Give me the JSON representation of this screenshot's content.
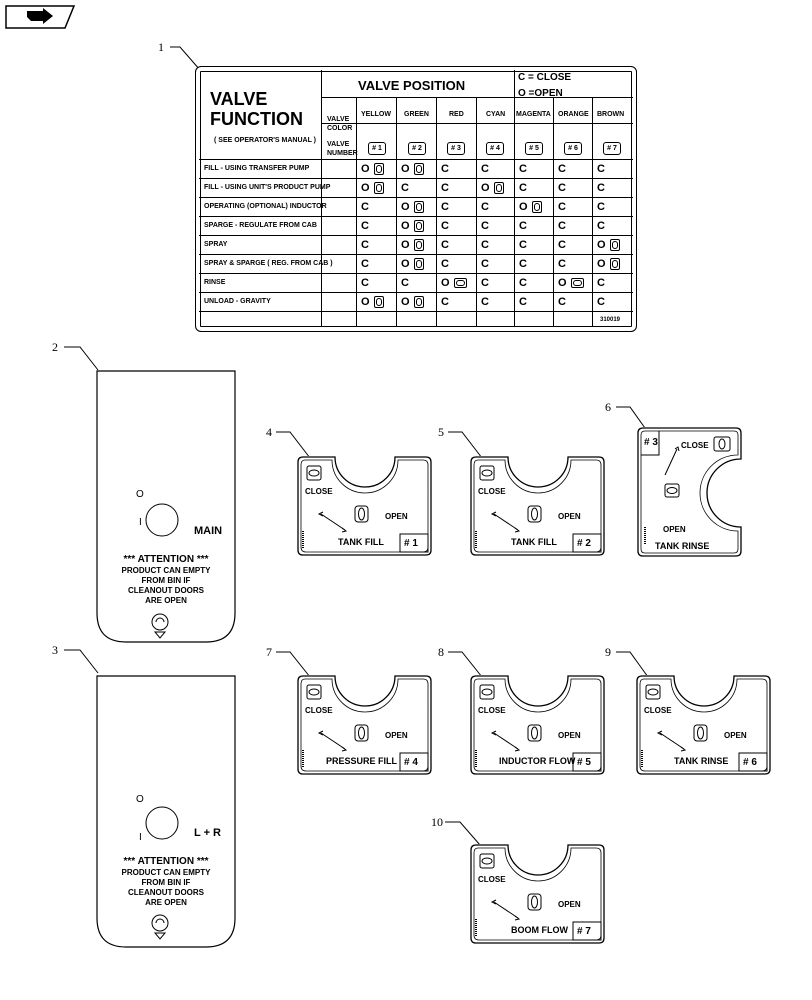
{
  "nav": {
    "icon": "arrow-hand-icon"
  },
  "callouts": [
    "1",
    "2",
    "3",
    "4",
    "5",
    "6",
    "7",
    "8",
    "9",
    "10"
  ],
  "chart": {
    "title_line1": "VALVE",
    "title_line2": "FUNCTION",
    "subtitle": "( SEE OPERATOR'S MANUAL )",
    "valve_position": "VALVE POSITION",
    "legend_close": "C = CLOSE",
    "legend_open": "O =OPEN",
    "valve_color_label": "VALVE COLOR",
    "valve_number_label": "VALVE NUMBER",
    "colors": [
      "YELLOW",
      "GREEN",
      "RED",
      "CYAN",
      "MAGENTA",
      "ORANGE",
      "BROWN"
    ],
    "numbers": [
      "# 1",
      "# 2",
      "# 3",
      "# 4",
      "# 5",
      "# 6",
      "# 7"
    ],
    "rows": [
      {
        "name": "FILL - USING TRANSFER PUMP",
        "cells": [
          "O",
          "O",
          "C",
          "C",
          "C",
          "C",
          "C"
        ]
      },
      {
        "name": "FILL - USING UNIT'S PRODUCT PUMP",
        "cells": [
          "O",
          "C",
          "C",
          "O",
          "C",
          "C",
          "C"
        ]
      },
      {
        "name": "OPERATING (OPTIONAL) INDUCTOR",
        "cells": [
          "C",
          "O",
          "C",
          "C",
          "O",
          "C",
          "C"
        ]
      },
      {
        "name": "SPARGE - REGULATE FROM CAB",
        "cells": [
          "C",
          "O",
          "C",
          "C",
          "C",
          "C",
          "C"
        ]
      },
      {
        "name": "SPRAY",
        "cells": [
          "C",
          "O",
          "C",
          "C",
          "C",
          "C",
          "O"
        ]
      },
      {
        "name": "SPRAY & SPARGE ( REG. FROM CAB )",
        "cells": [
          "C",
          "O",
          "C",
          "C",
          "C",
          "C",
          "O"
        ]
      },
      {
        "name": "RINSE",
        "cells": [
          "C",
          "C",
          "O",
          "C",
          "C",
          "O",
          "C"
        ]
      },
      {
        "name": "UNLOAD - GRAVITY",
        "cells": [
          "O",
          "O",
          "C",
          "C",
          "C",
          "C",
          "C"
        ]
      }
    ],
    "part_no": "310019"
  },
  "panels": [
    {
      "o": "O",
      "i": "I",
      "side": "MAIN",
      "attention": "*** ATTENTION ***",
      "line1": "PRODUCT CAN EMPTY",
      "line2": "FROM BIN IF",
      "line3": "CLEANOUT DOORS",
      "line4": "ARE OPEN"
    },
    {
      "o": "O",
      "i": "I",
      "side": "L + R",
      "attention": "*** ATTENTION ***",
      "line1": "PRODUCT CAN EMPTY",
      "line2": "FROM BIN IF",
      "line3": "CLEANOUT DOORS",
      "line4": "ARE OPEN"
    }
  ],
  "decals": [
    {
      "name": "TANK FILL",
      "num": "# 1",
      "close": "CLOSE",
      "open": "OPEN"
    },
    {
      "name": "TANK FILL",
      "num": "# 2",
      "close": "CLOSE",
      "open": "OPEN"
    },
    {
      "name": "TANK RINSE",
      "num": "# 3",
      "close": "CLOSE",
      "open": "OPEN"
    },
    {
      "name": "PRESSURE FILL",
      "num": "# 4",
      "close": "CLOSE",
      "open": "OPEN"
    },
    {
      "name": "INDUCTOR FLOW",
      "num": "# 5",
      "close": "CLOSE",
      "open": "OPEN"
    },
    {
      "name": "TANK RINSE",
      "num": "# 6",
      "close": "CLOSE",
      "open": "OPEN"
    },
    {
      "name": "BOOM FLOW",
      "num": "# 7",
      "close": "CLOSE",
      "open": "OPEN"
    }
  ]
}
